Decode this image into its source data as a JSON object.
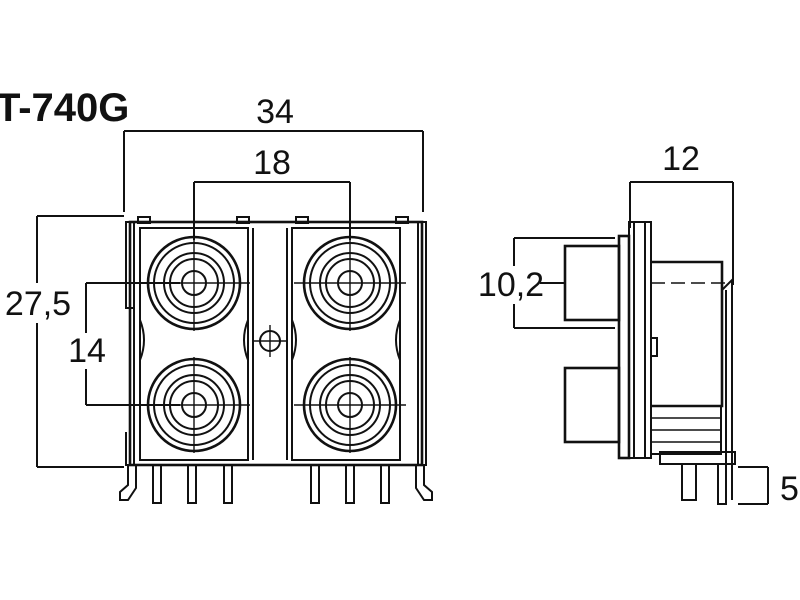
{
  "model": "T-740G",
  "dimensions": {
    "overall_width": "34",
    "jack_spacing": "18",
    "height": "27,5",
    "row_spacing": "14",
    "side_depth": "12",
    "jack_diameter": "10,2",
    "pin_length": "5"
  }
}
